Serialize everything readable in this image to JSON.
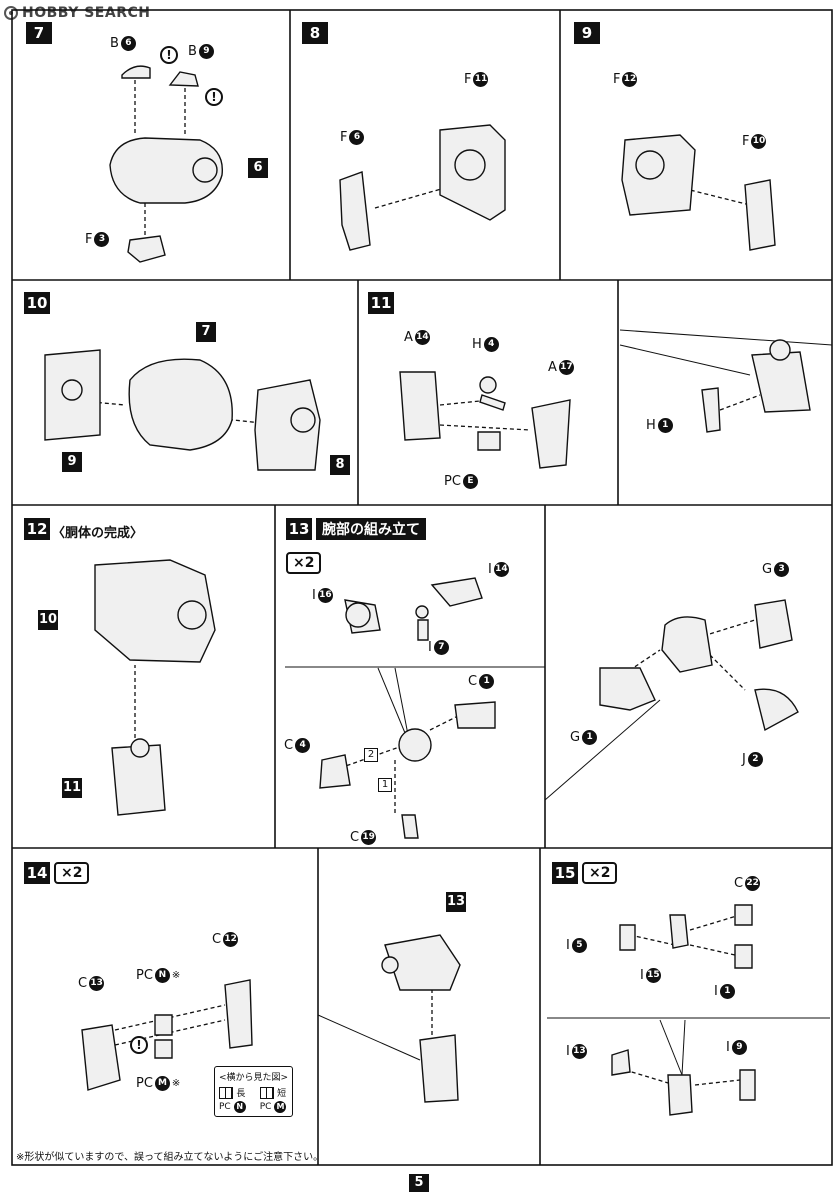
{
  "watermark": {
    "brand": "HOBBY SEARCH"
  },
  "page_number": "5",
  "steps": {
    "s7": {
      "num": "7",
      "parts": [
        {
          "letter": "B",
          "n": "6"
        },
        {
          "letter": "B",
          "n": "9"
        },
        {
          "letter": "F",
          "n": "3"
        }
      ],
      "ref": "6",
      "caution": "!"
    },
    "s8": {
      "num": "8",
      "parts": [
        {
          "letter": "F",
          "n": "11"
        },
        {
          "letter": "F",
          "n": "6"
        }
      ]
    },
    "s9": {
      "num": "9",
      "parts": [
        {
          "letter": "F",
          "n": "12"
        },
        {
          "letter": "F",
          "n": "10"
        }
      ]
    },
    "s10": {
      "num": "10",
      "refs": [
        "7",
        "9",
        "8"
      ]
    },
    "s11": {
      "num": "11",
      "parts": [
        {
          "letter": "A",
          "n": "14"
        },
        {
          "letter": "H",
          "n": "4"
        },
        {
          "letter": "A",
          "n": "17"
        },
        {
          "letter": "PC",
          "n": "E"
        },
        {
          "letter": "H",
          "n": "1"
        }
      ]
    },
    "s12": {
      "num": "12",
      "title": "〈胴体の完成〉",
      "refs": [
        "10",
        "11"
      ]
    },
    "s13": {
      "num": "13",
      "title": "腕部の組み立て",
      "multiplier": "×2",
      "parts": [
        {
          "letter": "I",
          "n": "14"
        },
        {
          "letter": "I",
          "n": "16"
        },
        {
          "letter": "I",
          "n": "7"
        },
        {
          "letter": "C",
          "n": "1"
        },
        {
          "letter": "C",
          "n": "4"
        },
        {
          "letter": "C",
          "n": "19"
        },
        {
          "letter": "G",
          "n": "3"
        },
        {
          "letter": "G",
          "n": "1"
        },
        {
          "letter": "J",
          "n": "2"
        }
      ],
      "sequence": [
        "1",
        "2"
      ]
    },
    "s14": {
      "num": "14",
      "multiplier": "×2",
      "parts": [
        {
          "letter": "C",
          "n": "12"
        },
        {
          "letter": "C",
          "n": "13"
        },
        {
          "letter": "PC",
          "n": "N"
        },
        {
          "letter": "PC",
          "n": "M"
        }
      ],
      "ref": "13",
      "note_mark": "※",
      "caution": "!",
      "inset": {
        "title": "<横から見た図>",
        "long": "長",
        "short": "短",
        "pc_n": "PC",
        "n_n": "N",
        "pc_m": "PC",
        "n_m": "M"
      },
      "footnote": "※形状が似ていますので、誤って組み立てないようにご注意下さい。"
    },
    "s15": {
      "num": "15",
      "multiplier": "×2",
      "parts": [
        {
          "letter": "C",
          "n": "22"
        },
        {
          "letter": "I",
          "n": "5"
        },
        {
          "letter": "I",
          "n": "15"
        },
        {
          "letter": "I",
          "n": "1"
        },
        {
          "letter": "I",
          "n": "13"
        },
        {
          "letter": "I",
          "n": "9"
        }
      ]
    }
  }
}
